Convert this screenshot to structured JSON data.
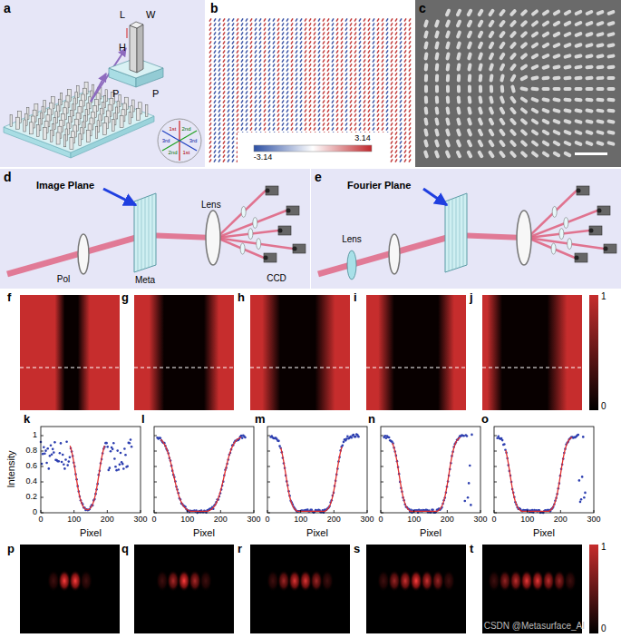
{
  "diagram": {
    "labels": [
      "a",
      "b",
      "c",
      "L",
      "W",
      "H",
      "P",
      "P",
      "1st",
      "2nd",
      "3rd",
      "3rd",
      "2nd",
      "1st",
      "-3.14",
      "3.14",
      "d",
      "e",
      "Image Plane",
      "Lens",
      "Pol",
      "Meta",
      "CCD",
      "Fourier Plane",
      "Lens",
      "f",
      "g",
      "h",
      "i",
      "j",
      "1",
      "0",
      "k",
      "l",
      "m",
      "n",
      "o",
      "Intensity",
      "0",
      "0.2",
      "0.4",
      "0.6",
      "0.8",
      "1",
      "0",
      "100",
      "200",
      "300",
      "0",
      "100",
      "200",
      "300",
      "0",
      "100",
      "200",
      "300",
      "0",
      "100",
      "200",
      "300",
      "0",
      "100",
      "200",
      "300",
      "Pixel",
      "Pixel",
      "Pixel",
      "Pixel",
      "Pixel",
      "p",
      "q",
      "r",
      "s",
      "t",
      "1",
      "0",
      "CSDN @Metasurface_AI"
    ]
  }
}
